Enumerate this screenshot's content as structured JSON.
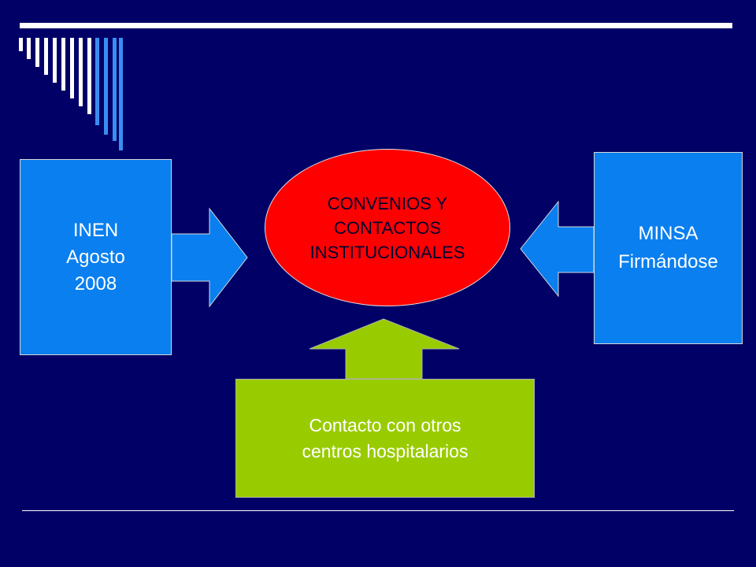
{
  "slide": {
    "background": "#000066",
    "accent_white": "#ffffff"
  },
  "decor": {
    "stripes_icon": "vertical-stripes-decoration",
    "top_rule": "white-horizontal-bar",
    "bottom_rule": "white-horizontal-line"
  },
  "diagram": {
    "center": {
      "lines": [
        "CONVENIOS Y",
        "CONTACTOS",
        "INSTITUCIONALES"
      ],
      "color": "#ff0000"
    },
    "left": {
      "lines": [
        "INEN",
        "Agosto",
        "2008"
      ],
      "color": "#0a7fef"
    },
    "right": {
      "lines": [
        "MINSA",
        "Firmándose"
      ],
      "color": "#0a7fef"
    },
    "bottom": {
      "lines": [
        "Contacto con otros",
        "centros hospitalarios"
      ],
      "color": "#99cc00"
    }
  }
}
